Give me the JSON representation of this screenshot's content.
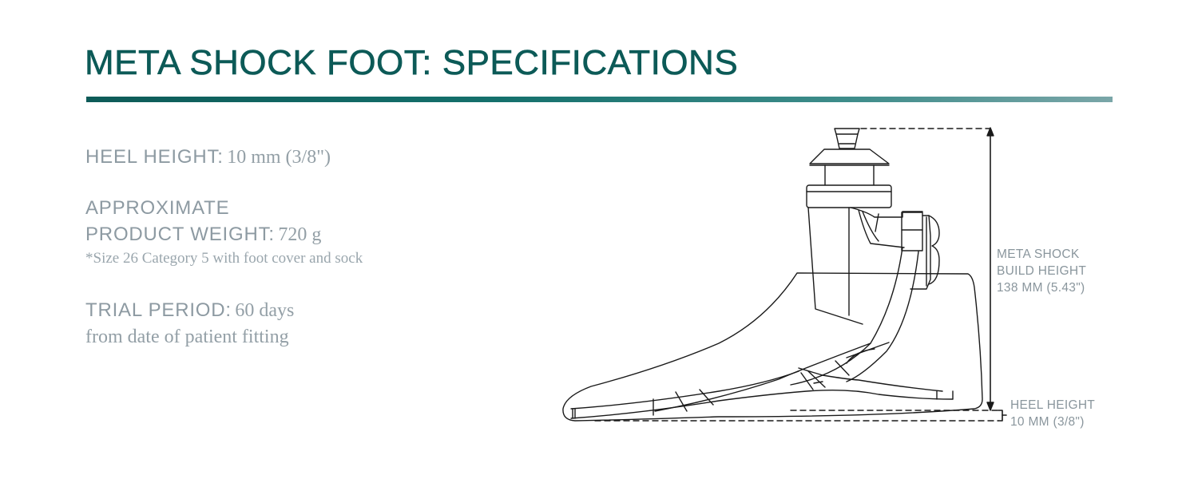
{
  "header": {
    "title": "META SHOCK FOOT: SPECIFICATIONS",
    "rule_gradient": [
      "#0d5b58",
      "#7aa6a8"
    ],
    "title_color": "#0c5a57"
  },
  "specs": {
    "heel_height": {
      "label": "HEEL HEIGHT:",
      "value": "10 mm (3/8\")"
    },
    "weight": {
      "label_line1": "APPROXIMATE",
      "label_line2": "PRODUCT WEIGHT:",
      "value": "720 g",
      "note": "*Size 26 Category 5 with foot cover and sock"
    },
    "trial_period": {
      "label": "TRIAL PERIOD:",
      "value": "60 days",
      "value_line2": "from date of patient fitting"
    },
    "text_color": "#8d9aa2"
  },
  "diagram": {
    "subject": "prosthetic foot side-view line drawing",
    "build_height_label": {
      "line1": "META SHOCK",
      "line2": "BUILD HEIGHT",
      "line3": "138 MM (5.43\")"
    },
    "heel_height_label": {
      "line1": "HEEL HEIGHT",
      "line2": "10 MM (3/8\")"
    }
  }
}
